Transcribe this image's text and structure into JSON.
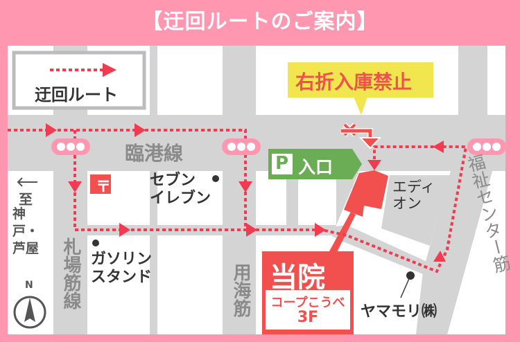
{
  "title": "【迂回ルートのご案内】",
  "legend": {
    "label": "迂回ルート",
    "icon": "dotted-arrow-icon"
  },
  "notice": {
    "text": "右折入庫禁止",
    "bg": "#f2e64e",
    "color": "#f24f4f"
  },
  "parking": {
    "p_letter": "P",
    "text": "入口",
    "bg": "#6aad55"
  },
  "roads": {
    "rinko": "臨港線",
    "sapporo": "札場筋線",
    "yokai": "用海筋",
    "fukushi": "福祉センター筋"
  },
  "landmarks": {
    "to_direction": "←",
    "to_label": "至",
    "to_place": "神戸・芦屋",
    "seven": "セブン\nイレブン",
    "seven_line1": "セブン",
    "seven_line2": "イレブン",
    "gas_line1": "ガソリン",
    "gas_line2": "スタンド",
    "edion_line1": "エディ",
    "edion_line2": "オン",
    "yamamori": "ヤマモリ㈱",
    "post": "〒"
  },
  "clinic": {
    "name": "当院",
    "building": "コープこうべ",
    "floor": "3F",
    "color": "#f24f4f"
  },
  "compass": {
    "label": "N"
  },
  "colors": {
    "frame": "#ff97b1",
    "road": "#d4d4d4",
    "route": "#f23a50",
    "road_text": "#8a8a8a",
    "block": "#ffffff"
  }
}
